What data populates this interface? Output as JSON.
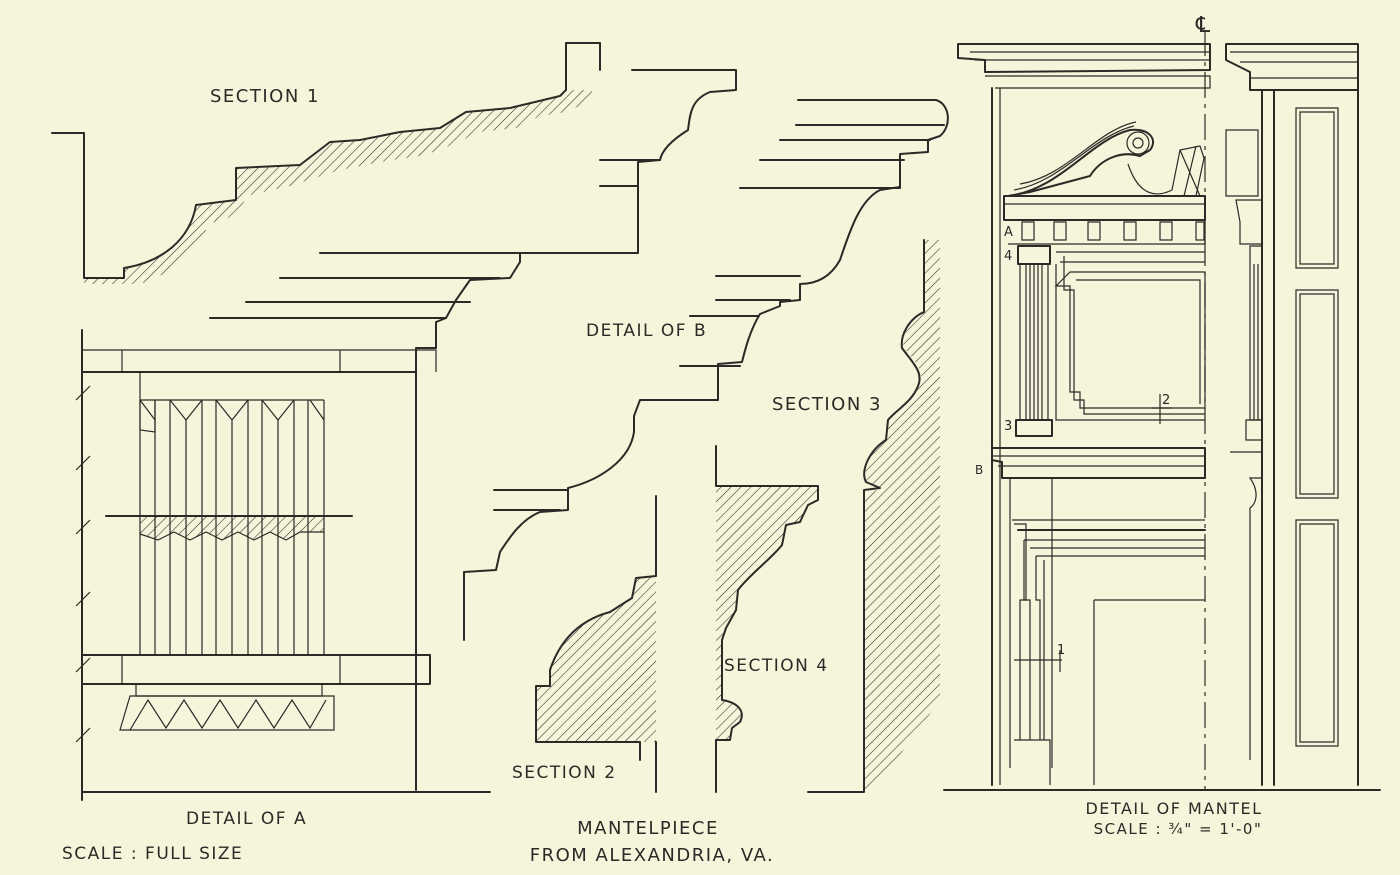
{
  "labels": {
    "section1": "SECTION 1",
    "section2": "SECTION 2",
    "section3": "SECTION 3",
    "section4": "SECTION 4",
    "detail_b": "DETAIL OF B",
    "detail_a": "DETAIL OF A",
    "scale_full": "SCALE : FULL SIZE",
    "title_line1": "MANTELPIECE",
    "title_line2": "FROM ALEXANDRIA, VA.",
    "detail_mantel": "DETAIL OF MANTEL",
    "scale_mantel": "SCALE : ¾\" = 1'-0\"",
    "centerline": "℄",
    "mark_a": "A",
    "mark_b": "B",
    "mark_1": "1",
    "mark_2": "2",
    "mark_3": "3",
    "mark_4": "4"
  },
  "colors": {
    "paper": "#f7f4dc",
    "ink": "#2b2a26"
  }
}
